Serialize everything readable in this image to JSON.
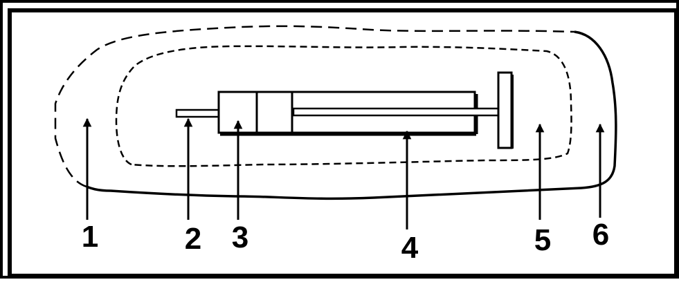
{
  "labels": {
    "l1": "1",
    "l2": "2",
    "l3": "3",
    "l4": "4",
    "l5": "5",
    "l6": "6"
  },
  "colors": {
    "ink": "#000000",
    "paper": "#ffffff"
  }
}
